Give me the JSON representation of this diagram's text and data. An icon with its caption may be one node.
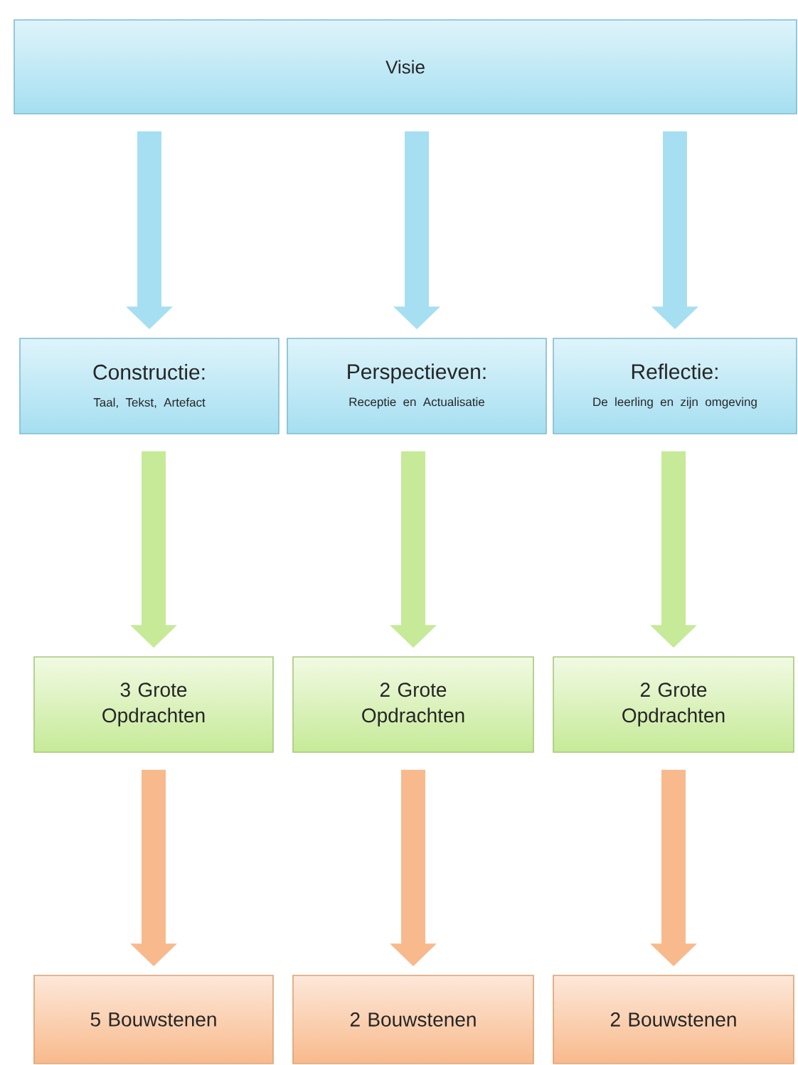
{
  "diagram": {
    "nodes": [
      {
        "text": [
          "Visie"
        ]
      },
      {
        "text": [
          "Constructie:",
          "Taal, Tekst, Artefact"
        ]
      },
      {
        "text": [
          "Perspectieven:",
          "Receptie en Actualisatie"
        ]
      },
      {
        "text": [
          "Reflectie:",
          "De leerling en zijn omgeving"
        ]
      },
      {
        "text": [
          "3 Grote Opdrachten"
        ]
      },
      {
        "text": [
          "2 Grote Opdrachten"
        ]
      },
      {
        "text": [
          "2 Grote Opdrachten"
        ]
      },
      {
        "text": [
          "5 Bouwstenen"
        ]
      },
      {
        "text": [
          "2 Bouwstenen"
        ]
      },
      {
        "text": [
          "2 Bouwstenen"
        ]
      }
    ],
    "edges": [
      {
        "from": 0,
        "to": 1,
        "arrow": "to",
        "color": "#a6dff1"
      },
      {
        "from": 0,
        "to": 2,
        "arrow": "to",
        "color": "#a6dff1"
      },
      {
        "from": 0,
        "to": 3,
        "arrow": "to",
        "color": "#a6dff1"
      },
      {
        "from": 1,
        "to": 4,
        "arrow": "to",
        "color": "#c6ea98"
      },
      {
        "from": 2,
        "to": 5,
        "arrow": "to",
        "color": "#c6ea98"
      },
      {
        "from": 3,
        "to": 6,
        "arrow": "to",
        "color": "#c6ea98"
      },
      {
        "from": 4,
        "to": 7,
        "arrow": "to",
        "color": "#f8ba8c"
      },
      {
        "from": 5,
        "to": 8,
        "arrow": "to",
        "color": "#f8ba8c"
      },
      {
        "from": 6,
        "to": 9,
        "arrow": "to",
        "color": "#f8ba8c"
      }
    ]
  }
}
